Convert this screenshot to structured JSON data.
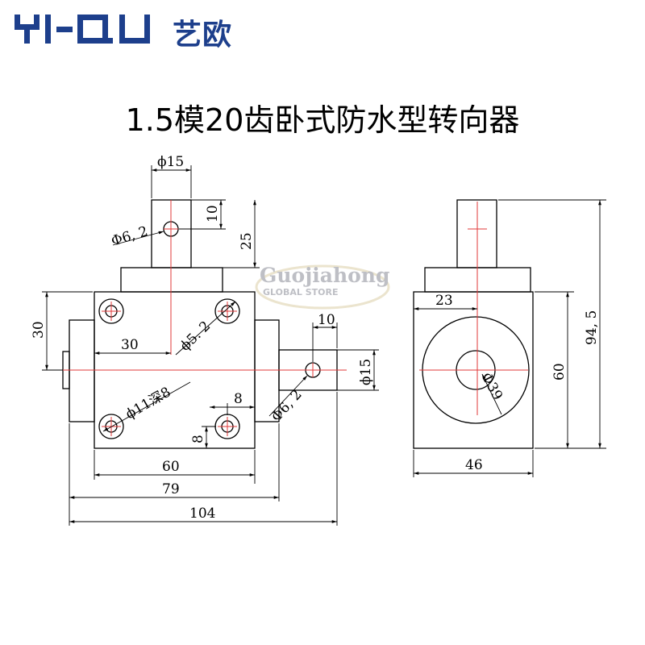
{
  "brand": {
    "logo_latin": "YI-OU",
    "logo_cn": "艺欧",
    "color": "#1d3f8c"
  },
  "title": "1.5模20齿卧式防水型转向器",
  "watermark": {
    "line1": "Guojiahong",
    "line2": "GLOBAL STORE"
  },
  "dims": {
    "shaft_top_dia": "ϕ15",
    "hole_top": "Φ6, 2",
    "d10_top": "10",
    "d25": "25",
    "d30_left": "30",
    "d30_inner": "30",
    "hole_mount": "ϕ5. 2",
    "hole_deep": "ϕ11深8",
    "d8_a": "8",
    "d8_b": "8",
    "d10_right": "10",
    "shaft_right_dia": "ϕ15",
    "hole_right": "Φ6, 2",
    "d60": "60",
    "d79": "79",
    "d104": "104",
    "d23": "23",
    "dia39": "Φ39",
    "d60_side": "60",
    "d94": "94, 5",
    "d46": "46"
  },
  "colors": {
    "centerline": "#e23a3a",
    "outline": "#000000"
  }
}
